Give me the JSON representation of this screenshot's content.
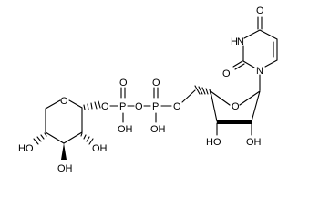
{
  "diagram": {
    "colors": {
      "ink": "#000000",
      "background": "#ffffff"
    },
    "uracil": {
      "o_top": "O",
      "nh": "H",
      "nh_n": "N",
      "o_left": "O",
      "n1": "N"
    },
    "ribose": {
      "ring_o": "O",
      "oh_left": "HO",
      "oh_right": "OH"
    },
    "linker_o": "O",
    "phosphate_right": {
      "p": "P",
      "o_double": "O",
      "oh": "OH"
    },
    "bridge_o": "O",
    "phosphate_left": {
      "p": "P",
      "o_double": "O",
      "oh": "OH"
    },
    "glycosidic_o": "O",
    "pyranose": {
      "ring_o": "O",
      "oh_left": "HO",
      "oh_bottom": "OH",
      "oh_right": "OH"
    }
  }
}
